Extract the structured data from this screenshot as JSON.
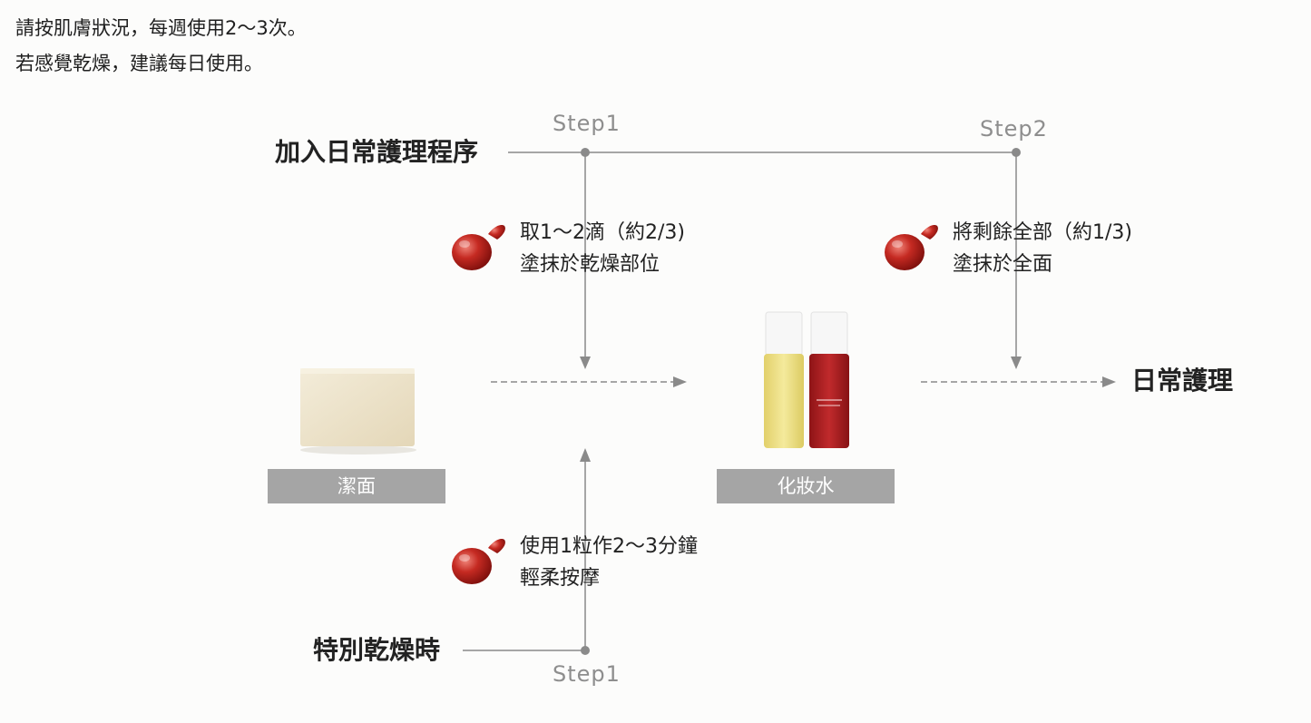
{
  "intro": {
    "line1": "請按肌膚狀況，每週使用2～3次。",
    "line2": "若感覺乾燥，建議每日使用。"
  },
  "routine": {
    "daily_label": "加入日常護理程序",
    "dry_label": "特別乾燥時",
    "result_label": "日常護理"
  },
  "steps": {
    "top_step1": "Step1",
    "top_step2": "Step2",
    "bottom_step1": "Step1"
  },
  "instructions": {
    "step1_daily": {
      "line1": "取1～2滴（約2/3)",
      "line2": "塗抹於乾燥部位"
    },
    "step2_daily": {
      "line1": "將剩餘全部（約1/3)",
      "line2": "塗抹於全面"
    },
    "step1_dry": {
      "line1": "使用1粒作2～3分鐘",
      "line2": "輕柔按摩"
    }
  },
  "products": {
    "cleanse_label": "潔面",
    "toner_label": "化妝水"
  },
  "colors": {
    "line": "#8a8a8a",
    "dot": "#8a8a8a",
    "label_box": "#a5a5a5",
    "capsule_red": "#b8201c",
    "soap": "#ece2cc",
    "bottle_yellow": "#efe28a",
    "bottle_red": "#a81c1e"
  }
}
